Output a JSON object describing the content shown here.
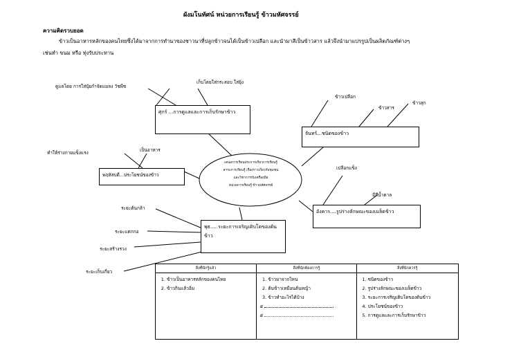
{
  "title": "ผังมโนทัศน์ หน่วยการเรียนรู้ ข้าวมหัศจรรย์",
  "concept_heading": "ความคิดรวบยอด",
  "paragraph_line1": "ข้าวเป็นอาหารหลักของคนไทยซึ่งได้มาจากการทำนาของชาวนาที่ปลูกข้าวจนได้เป็นข้าวเปลือก และนำมาสีเป็นข้าวสาร แล้วจึงนำมาแปรรูปเป็นผลิตภัณฑ์ต่างๆ",
  "paragraph_line2": "เช่นทำ   ขนม หรือ ทุ่งรับประทาน",
  "center_lines": [
    "เสนอการเรียนประการเกี่ยวการเรียนรู้",
    "สาระการเรียนรู้ เรื่องราวเกี่ยวกับชุมชน",
    "และวิชาการกับเครื่องมือ",
    "หน่วยการเรียนรู้ ข้าวมหัศจรรย์"
  ],
  "boxes": {
    "fri": "ศุกร์ ...การดูแลและการเก็บรักษาข้าว",
    "mon": "จันทร์...ชนิดของข้าว",
    "wed": "พฤหัสบดี...ประโยชน์ของข้าว",
    "tue": "อังคาร....รูปร่างลักษณะของเมล็ดข้าว",
    "thu": "พุธ.....ระยะการเจริญเติบโตของต้นข้าว"
  },
  "labels": {
    "care_tools": "ดูแลโดย การใส่ปุ๋ยกำจัดแมลง วัชพืช",
    "store": "เก็บโดยใส่กระสอบ ใส่ยุ้ง",
    "paddy": "ข้าวเปลือก",
    "milled": "ข้าวสาร",
    "glutinous": "ข้าวสุก",
    "energy": "ทำให้ร่างกายแข็งแรง",
    "food": "เป็นอาหาร",
    "hard_husk": "เปลือกแข็ง",
    "brown": "มีสีน้ำตาล",
    "seedling": "ระยะต้นกล้า",
    "tillering": "ระยะแตกกอ",
    "booting": "ระยะสร้างรวง",
    "harvest": "ระยะเก็บเกี่ยว"
  },
  "table": {
    "headers": [
      "สิ่งที่นักรู้แล้ว",
      "สิ่งที่นักต้องการรู้",
      "สิ่งที่นักควรรู้"
    ],
    "known": [
      "ข้าวเป็นอาหารหลักของคนไทย",
      "ข้าวกินแล้วอิ่ม"
    ],
    "want": [
      "ข้าวมาจากไหน",
      "ต้นข้าวเหมือนต้นหญ้า",
      "ข้าวทำอะไรได้บ้าง",
      "",
      ""
    ],
    "should": [
      "ชนิดของข้าว",
      "รูปร่างลักษณะของเมล็ดข้าว",
      "ระยะการเจริญเติบโตของต้นข้าว",
      "ประโยชน์ของข้าว",
      "การดูแลและการเก็บรักษาข้าว"
    ]
  }
}
